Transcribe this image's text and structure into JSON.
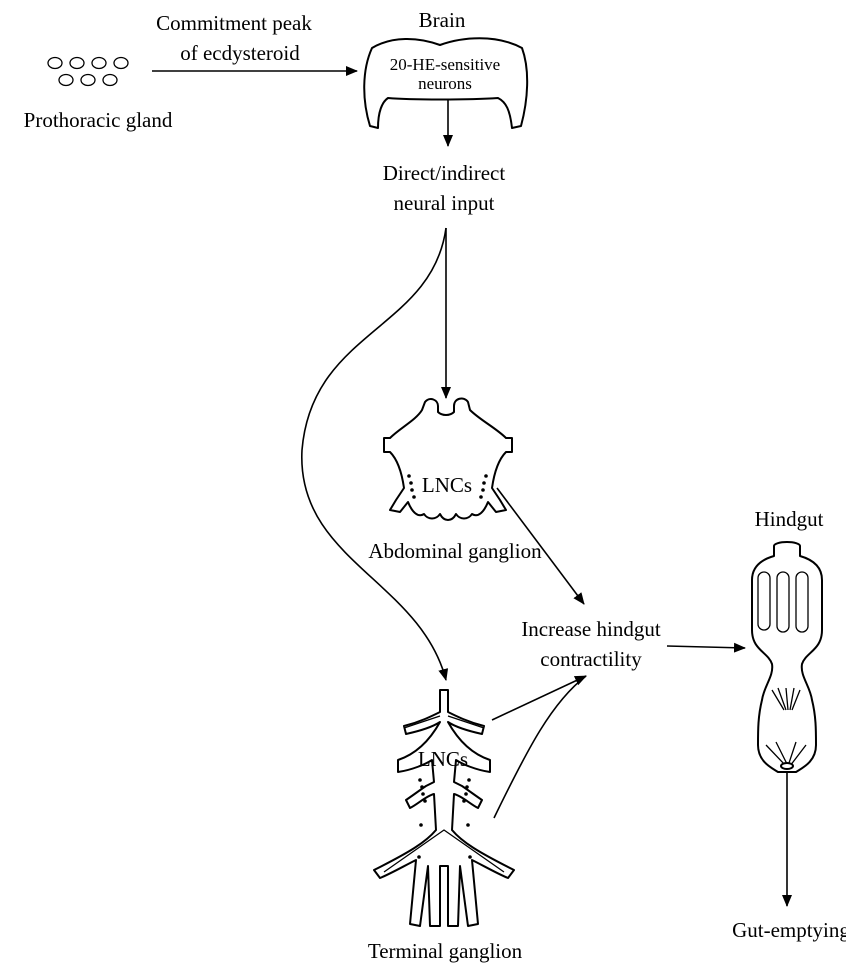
{
  "labels": {
    "commitment_line1": "Commitment peak",
    "commitment_line2": "of ecdysteroid",
    "prothoracic_gland": "Prothoracic gland",
    "brain": "Brain",
    "brain_neurons_line1": "20-HE-sensitive",
    "brain_neurons_line2": "neurons",
    "neural_input_line1": "Direct/indirect",
    "neural_input_line2": "neural input",
    "abdominal_lncs": "LNCs",
    "abdominal_ganglion": "Abdominal ganglion",
    "increase_line1": "Increase hindgut",
    "increase_line2": "contractility",
    "hindgut": "Hindgut",
    "terminal_lncs": "LNCs",
    "terminal_ganglion": "Terminal ganglion",
    "gut_emptying": "Gut-emptying"
  }
}
